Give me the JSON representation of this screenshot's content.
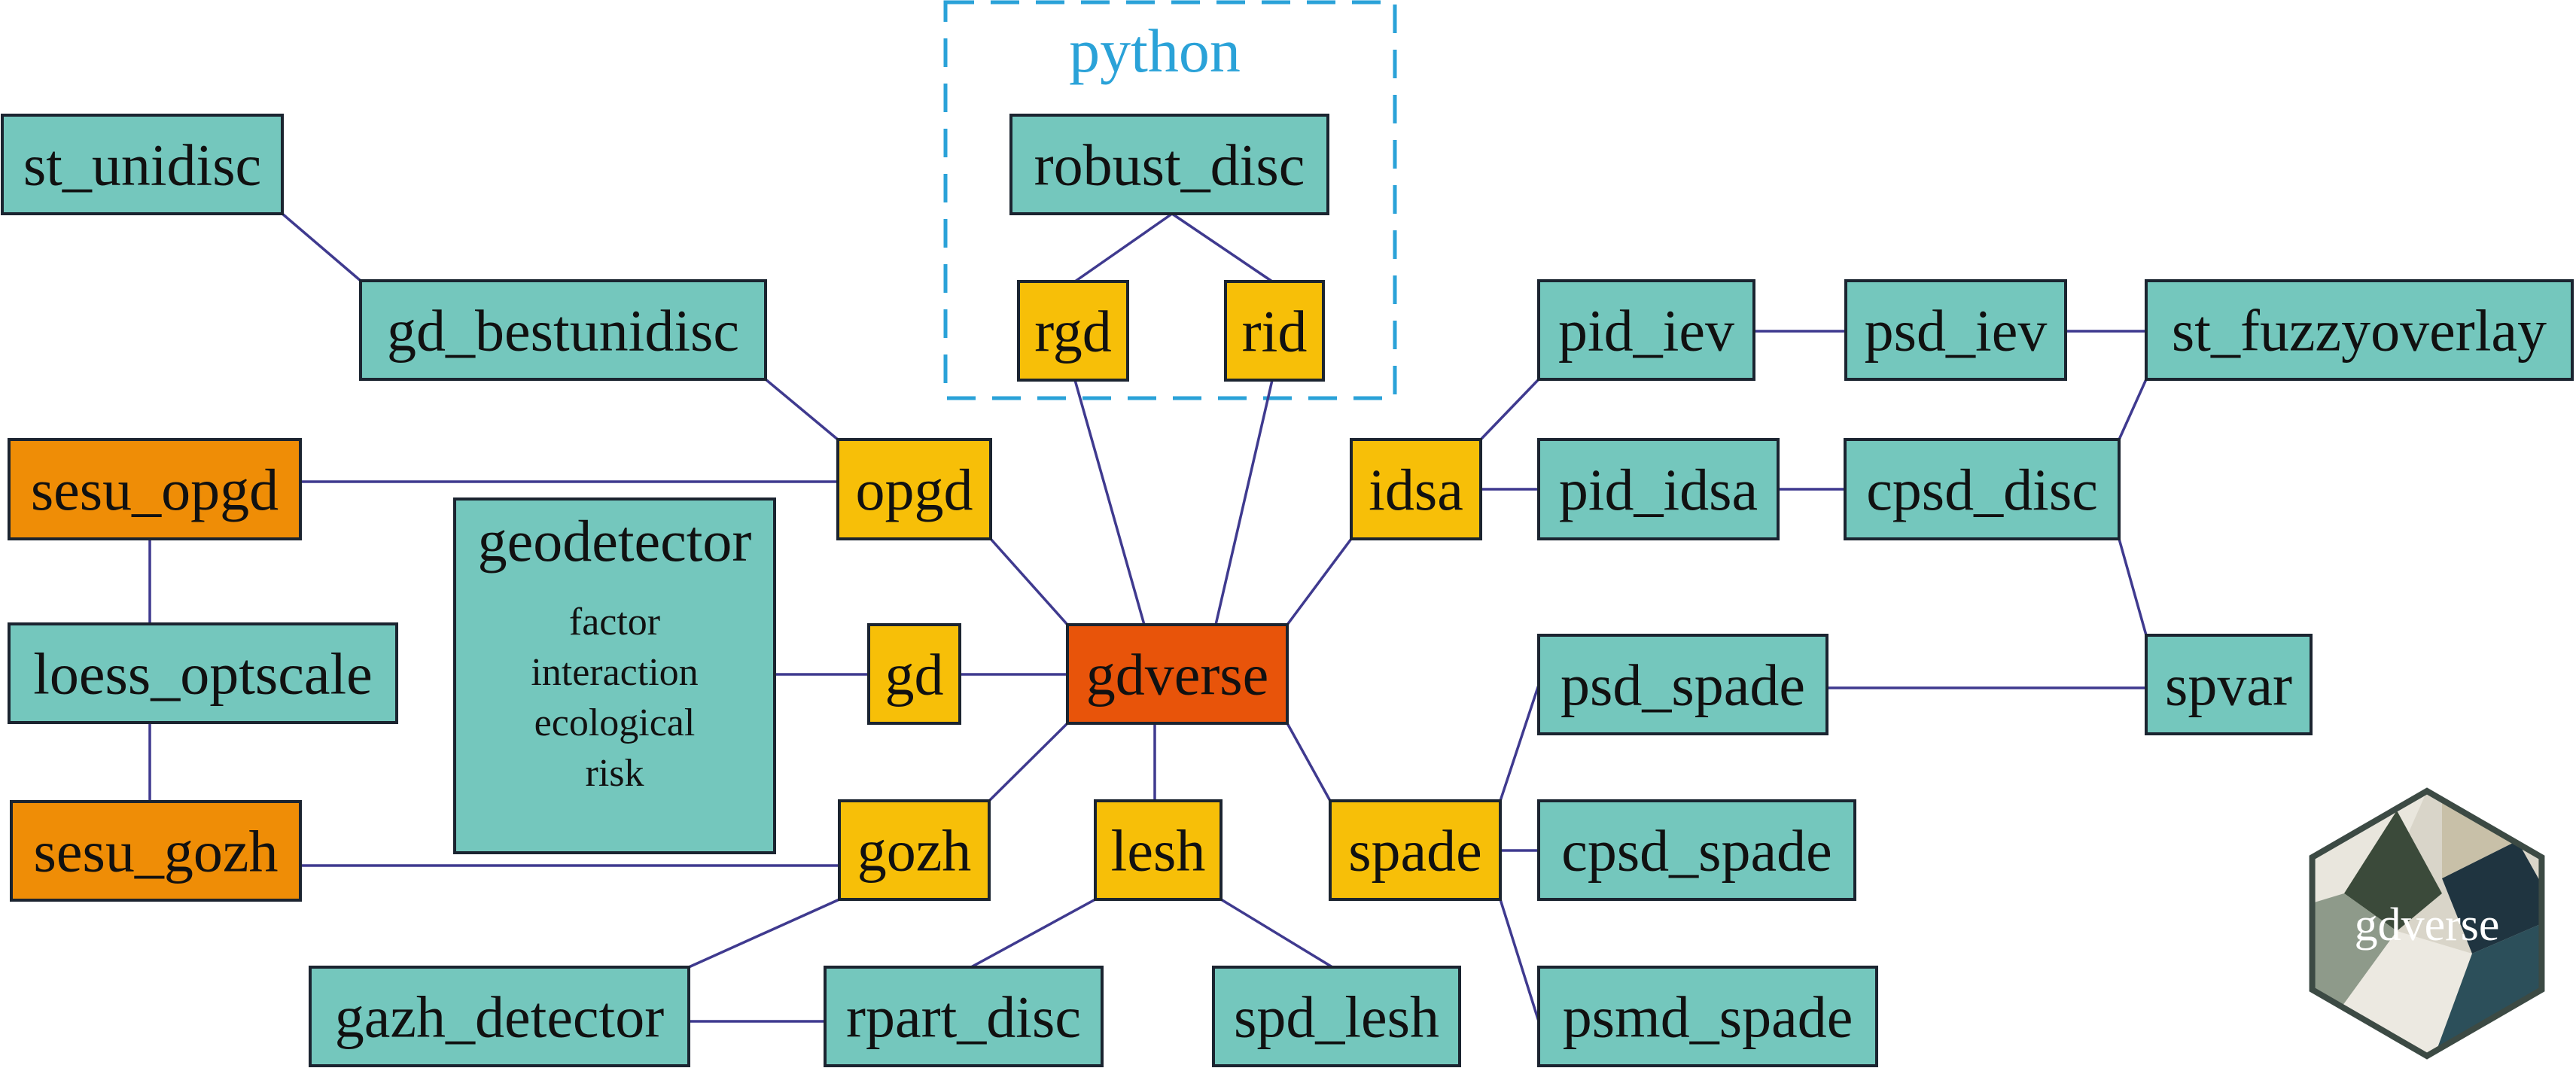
{
  "colors": {
    "root": "#e8540a",
    "core": "#f7bf08",
    "aux": "#ef8d06",
    "leaf": "#74c7bd",
    "edge": "#3f3a8f",
    "group_border": "#2aa2d8"
  },
  "group": {
    "label": "python"
  },
  "nodes": [
    {
      "id": "gdverse",
      "label": "gdverse",
      "kind": "root"
    },
    {
      "id": "opgd",
      "label": "opgd",
      "kind": "core"
    },
    {
      "id": "gd",
      "label": "gd",
      "kind": "core"
    },
    {
      "id": "gozh",
      "label": "gozh",
      "kind": "core"
    },
    {
      "id": "lesh",
      "label": "lesh",
      "kind": "core"
    },
    {
      "id": "spade",
      "label": "spade",
      "kind": "core"
    },
    {
      "id": "idsa",
      "label": "idsa",
      "kind": "core"
    },
    {
      "id": "rgd",
      "label": "rgd",
      "kind": "core"
    },
    {
      "id": "rid",
      "label": "rid",
      "kind": "core"
    },
    {
      "id": "sesu_opgd",
      "label": "sesu_opgd",
      "kind": "aux"
    },
    {
      "id": "sesu_gozh",
      "label": "sesu_gozh",
      "kind": "aux"
    },
    {
      "id": "robust_disc",
      "label": "robust_disc",
      "kind": "leaf"
    },
    {
      "id": "st_unidisc",
      "label": "st_unidisc",
      "kind": "leaf"
    },
    {
      "id": "gd_bestunidisc",
      "label": "gd_bestunidisc",
      "kind": "leaf"
    },
    {
      "id": "loess_optscale",
      "label": "loess_optscale",
      "kind": "leaf"
    },
    {
      "id": "geodetector",
      "label": "geodetector",
      "kind": "leaf",
      "sub": [
        "factor",
        "interaction",
        "ecological",
        "risk"
      ]
    },
    {
      "id": "gazh_detector",
      "label": "gazh_detector",
      "kind": "leaf"
    },
    {
      "id": "rpart_disc",
      "label": "rpart_disc",
      "kind": "leaf"
    },
    {
      "id": "spd_lesh",
      "label": "spd_lesh",
      "kind": "leaf"
    },
    {
      "id": "pid_iev",
      "label": "pid_iev",
      "kind": "leaf"
    },
    {
      "id": "psd_iev",
      "label": "psd_iev",
      "kind": "leaf"
    },
    {
      "id": "st_fuzzyoverlay",
      "label": "st_fuzzyoverlay",
      "kind": "leaf"
    },
    {
      "id": "pid_idsa",
      "label": "pid_idsa",
      "kind": "leaf"
    },
    {
      "id": "cpsd_disc",
      "label": "cpsd_disc",
      "kind": "leaf"
    },
    {
      "id": "psd_spade",
      "label": "psd_spade",
      "kind": "leaf"
    },
    {
      "id": "spvar",
      "label": "spvar",
      "kind": "leaf"
    },
    {
      "id": "cpsd_spade",
      "label": "cpsd_spade",
      "kind": "leaf"
    },
    {
      "id": "psmd_spade",
      "label": "psmd_spade",
      "kind": "leaf"
    }
  ],
  "edges": [
    [
      "gdverse",
      "opgd"
    ],
    [
      "gdverse",
      "gd"
    ],
    [
      "gdverse",
      "gozh"
    ],
    [
      "gdverse",
      "lesh"
    ],
    [
      "gdverse",
      "spade"
    ],
    [
      "gdverse",
      "idsa"
    ],
    [
      "gdverse",
      "rgd"
    ],
    [
      "gdverse",
      "rid"
    ],
    [
      "rgd",
      "robust_disc"
    ],
    [
      "rid",
      "robust_disc"
    ],
    [
      "st_unidisc",
      "gd_bestunidisc"
    ],
    [
      "gd_bestunidisc",
      "opgd"
    ],
    [
      "sesu_opgd",
      "opgd"
    ],
    [
      "sesu_opgd",
      "loess_optscale"
    ],
    [
      "loess_optscale",
      "sesu_gozh"
    ],
    [
      "sesu_gozh",
      "gozh"
    ],
    [
      "geodetector",
      "gd"
    ],
    [
      "gozh",
      "gazh_detector"
    ],
    [
      "gazh_detector",
      "rpart_disc"
    ],
    [
      "lesh",
      "rpart_disc"
    ],
    [
      "lesh",
      "spd_lesh"
    ],
    [
      "idsa",
      "pid_iev"
    ],
    [
      "idsa",
      "pid_idsa"
    ],
    [
      "pid_iev",
      "psd_iev"
    ],
    [
      "psd_iev",
      "st_fuzzyoverlay"
    ],
    [
      "pid_idsa",
      "cpsd_disc"
    ],
    [
      "cpsd_disc",
      "st_fuzzyoverlay"
    ],
    [
      "cpsd_disc",
      "spvar"
    ],
    [
      "spade",
      "psd_spade"
    ],
    [
      "spade",
      "cpsd_spade"
    ],
    [
      "spade",
      "psmd_spade"
    ],
    [
      "psd_spade",
      "spvar"
    ]
  ],
  "logo": {
    "text": "gdverse"
  }
}
